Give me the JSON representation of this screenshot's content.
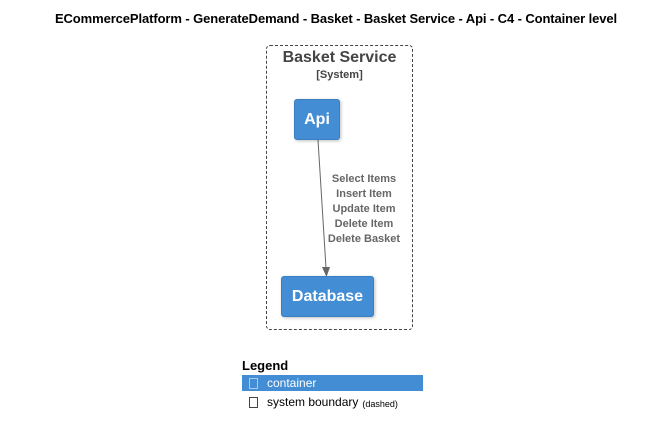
{
  "title": "ECommercePlatform - GenerateDemand - Basket - Basket Service - Api - C4 - Container level",
  "boundary": {
    "name": "Basket Service",
    "type": "[System]"
  },
  "containers": {
    "api": "Api",
    "database": "Database"
  },
  "relationship": {
    "lines": [
      "Select Items",
      "Insert Item",
      "Update Item",
      "Delete Item",
      "Delete Basket"
    ]
  },
  "legend": {
    "title": "Legend",
    "container_label": "container",
    "boundary_label": "system boundary",
    "boundary_note": "(dashed)"
  },
  "colors": {
    "container": "#438dd5",
    "boundary_border": "#444444",
    "relationship": "#666666"
  }
}
